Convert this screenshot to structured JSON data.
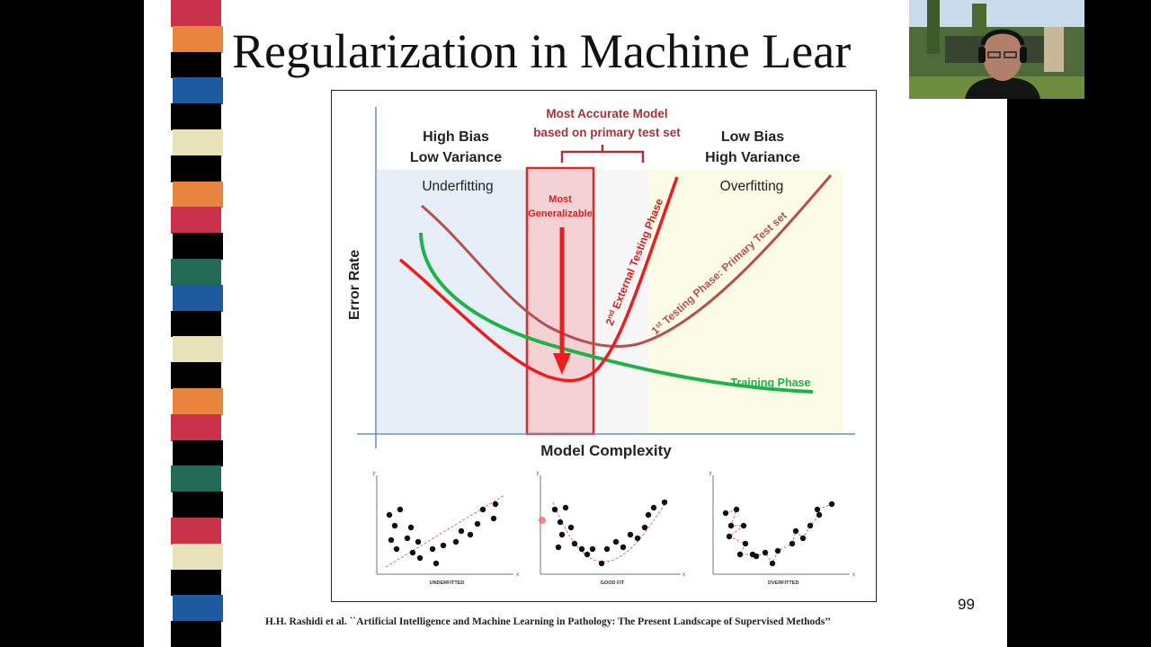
{
  "slide": {
    "title": "Regularization in Machine Lear",
    "page_number": "99",
    "citation": "H.H. Rashidi et al. ``Artificial Intelligence and Machine Learning in Pathology: The Present Landscape of Supervised Methods’’",
    "stripe_colors": [
      "#c8334a",
      "#e8843c",
      "#000000",
      "#1e5aa0",
      "#000000",
      "#e8e2b8",
      "#000000",
      "#e8843c",
      "#c8334a",
      "#000000",
      "#226a55",
      "#1e5aa0",
      "#000000",
      "#e8e2b8",
      "#000000",
      "#e8843c",
      "#c8334a",
      "#000000",
      "#226a55",
      "#000000",
      "#c8334a",
      "#e8e2b8",
      "#000000",
      "#1e5aa0",
      "#000000"
    ]
  },
  "figure": {
    "header_left": [
      "High Bias",
      "Low Variance"
    ],
    "header_center": [
      "Most Accurate Model",
      "based on primary test set"
    ],
    "header_right": [
      "Low Bias",
      "High Variance"
    ],
    "region_left": "Underfitting",
    "region_right": "Overfitting",
    "center_box_label": [
      "Most",
      "Generalizable"
    ],
    "ylabel": "Error Rate",
    "xlabel": "Model Complexity",
    "curve_training": "Training Phase",
    "curve_external_prefix": "2",
    "curve_external_sup": "nd",
    "curve_external_rest": " External Testing Phase",
    "curve_primary_prefix": "1",
    "curve_primary_sup": "st",
    "curve_primary_rest": " Testing Phase: Primary Test set",
    "colors": {
      "training": "#1db34a",
      "external": "#ee1c1c",
      "primary": "#b5504e",
      "dark_red": "#a8323a",
      "left_region": "#e6eef8",
      "right_region": "#fbfbe6"
    },
    "panels": [
      {
        "axis_y": "y",
        "axis_x": "x",
        "label": "UNDERFITTED"
      },
      {
        "axis_y": "y",
        "axis_x": "x",
        "label": "GOOD FIT"
      },
      {
        "axis_y": "y",
        "axis_x": "x",
        "label": "OVERFITTED"
      }
    ]
  },
  "webcam": {
    "description_icon": "presenter-video-feed"
  }
}
